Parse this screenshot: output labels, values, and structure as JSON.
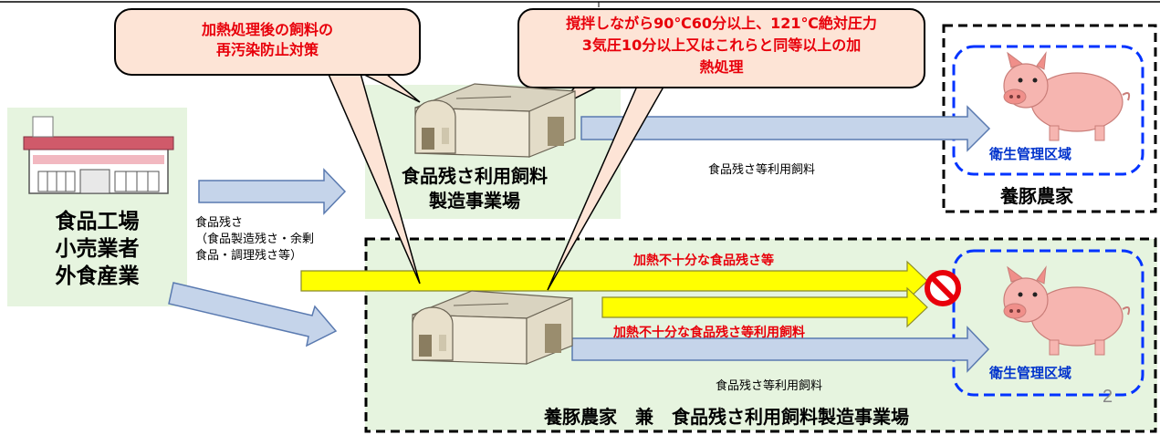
{
  "sources": {
    "line1": "食品工場",
    "line2": "小売業者",
    "line3": "外食産業"
  },
  "food_waste_label": {
    "line1": "食品残さ",
    "line2": "（食品製造残さ・余剰",
    "line3": "食品・調理残さ等）"
  },
  "plant": {
    "line1": "食品残さ利用飼料",
    "line2": "製造事業場"
  },
  "callout_left": {
    "line1": "加熱処理後の飼料の",
    "line2": "再汚染防止対策"
  },
  "callout_right": {
    "line1": "撹拌しながら90℃60分以上、121℃絶対圧力",
    "line2": "3気圧10分以上又はこれらと同等以上の加",
    "line3": "熱処理"
  },
  "feed_label_top": "食品残さ等利用飼料",
  "farm_top": {
    "hygiene_zone": "衛生管理区域",
    "label": "養豚農家"
  },
  "insufficient_waste": "加熱不十分な食品残さ等",
  "insufficient_feed": "加熱不十分な食品残さ等利用飼料",
  "feed_label_bottom": "食品残さ等利用飼料",
  "farm_bottom": {
    "hygiene_zone": "衛生管理区域",
    "label": "養豚農家　兼　食品残さ利用飼料製造事業場"
  },
  "page_number": "2",
  "colors": {
    "green_bg": "#e6f4df",
    "arrow_fill": "#c5d4ea",
    "arrow_stroke": "#5a7ab0",
    "yellow": "#ffff00",
    "callout_fill": "#fde4d6",
    "red": "#e8000b",
    "blue_dash": "#0033ff"
  }
}
